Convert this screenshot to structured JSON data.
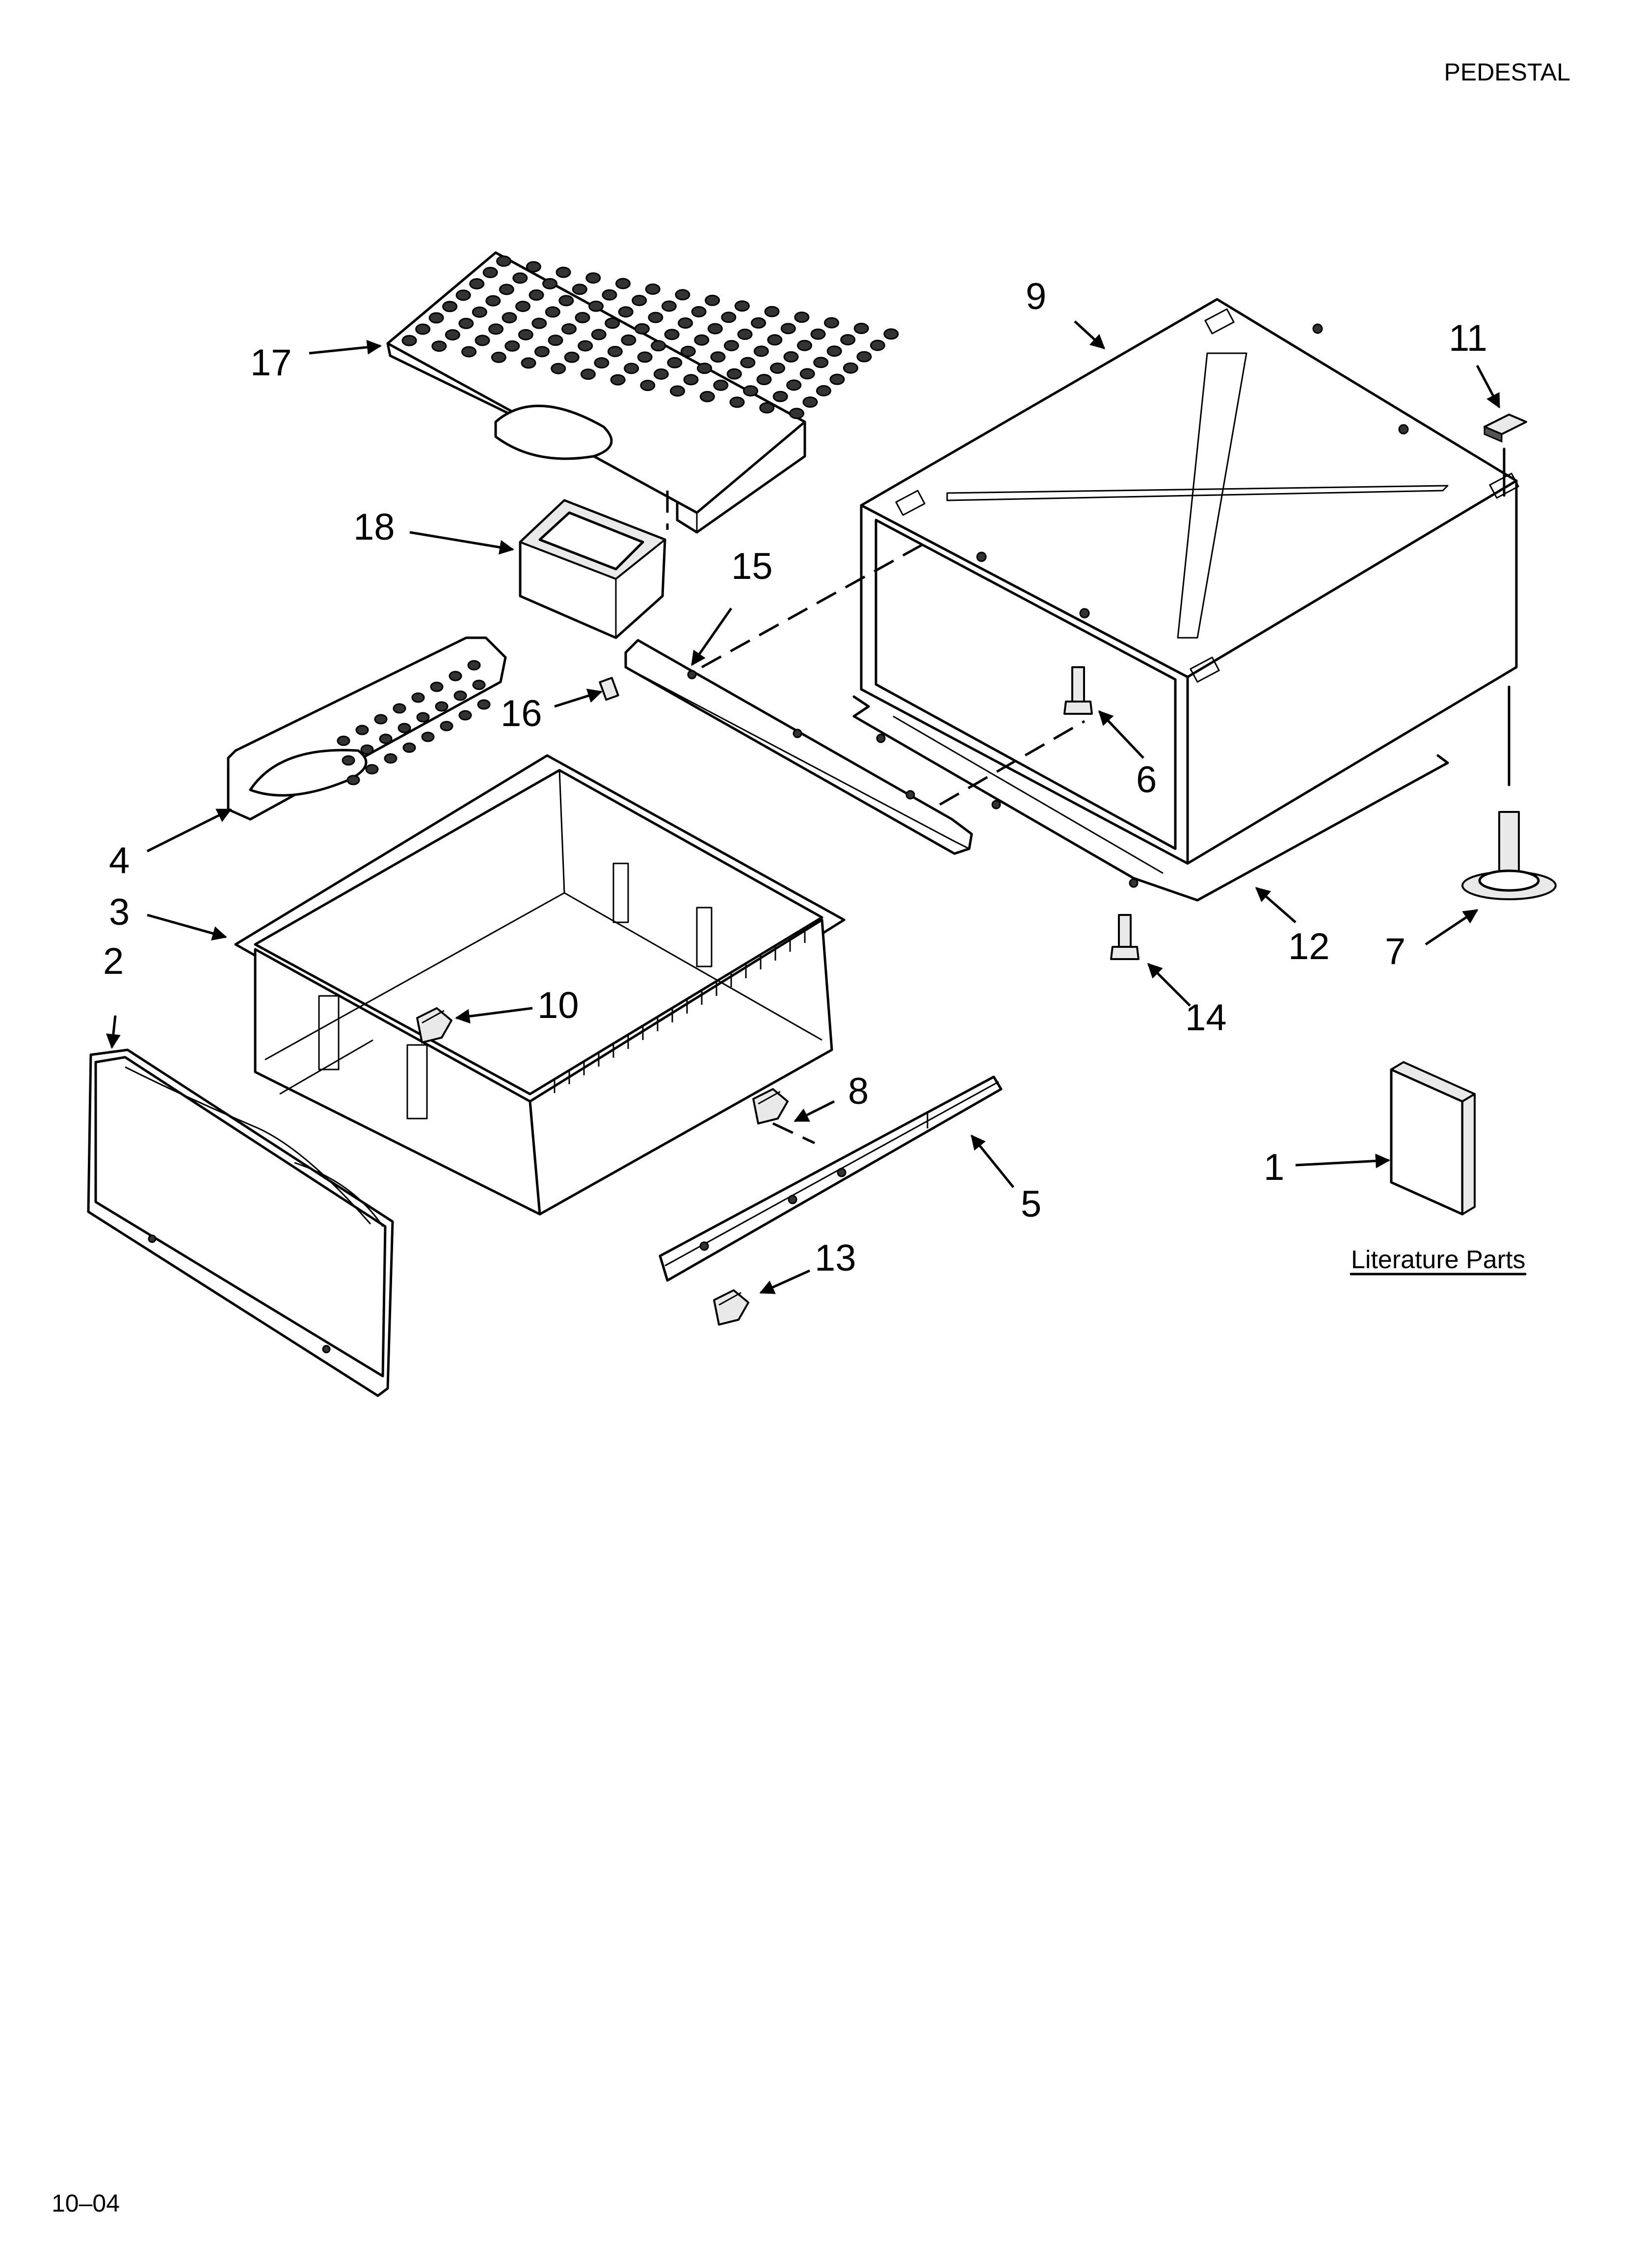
{
  "header": {
    "section_title": "PEDESTAL"
  },
  "footer": {
    "doc_code": "10–04"
  },
  "literature": {
    "label": "Literature Parts"
  },
  "callouts": [
    {
      "id": "1",
      "label": "1"
    },
    {
      "id": "2",
      "label": "2"
    },
    {
      "id": "3",
      "label": "3"
    },
    {
      "id": "4",
      "label": "4"
    },
    {
      "id": "5",
      "label": "5"
    },
    {
      "id": "6",
      "label": "6"
    },
    {
      "id": "7",
      "label": "7"
    },
    {
      "id": "8",
      "label": "8"
    },
    {
      "id": "9",
      "label": "9"
    },
    {
      "id": "10",
      "label": "10"
    },
    {
      "id": "11",
      "label": "11"
    },
    {
      "id": "12",
      "label": "12"
    },
    {
      "id": "13",
      "label": "13"
    },
    {
      "id": "14",
      "label": "14"
    },
    {
      "id": "15",
      "label": "15"
    },
    {
      "id": "16",
      "label": "16"
    },
    {
      "id": "17",
      "label": "17"
    },
    {
      "id": "18",
      "label": "18"
    }
  ],
  "colors": {
    "ink": "#000000",
    "paper": "#ffffff",
    "shade": "#e9e9e9"
  }
}
